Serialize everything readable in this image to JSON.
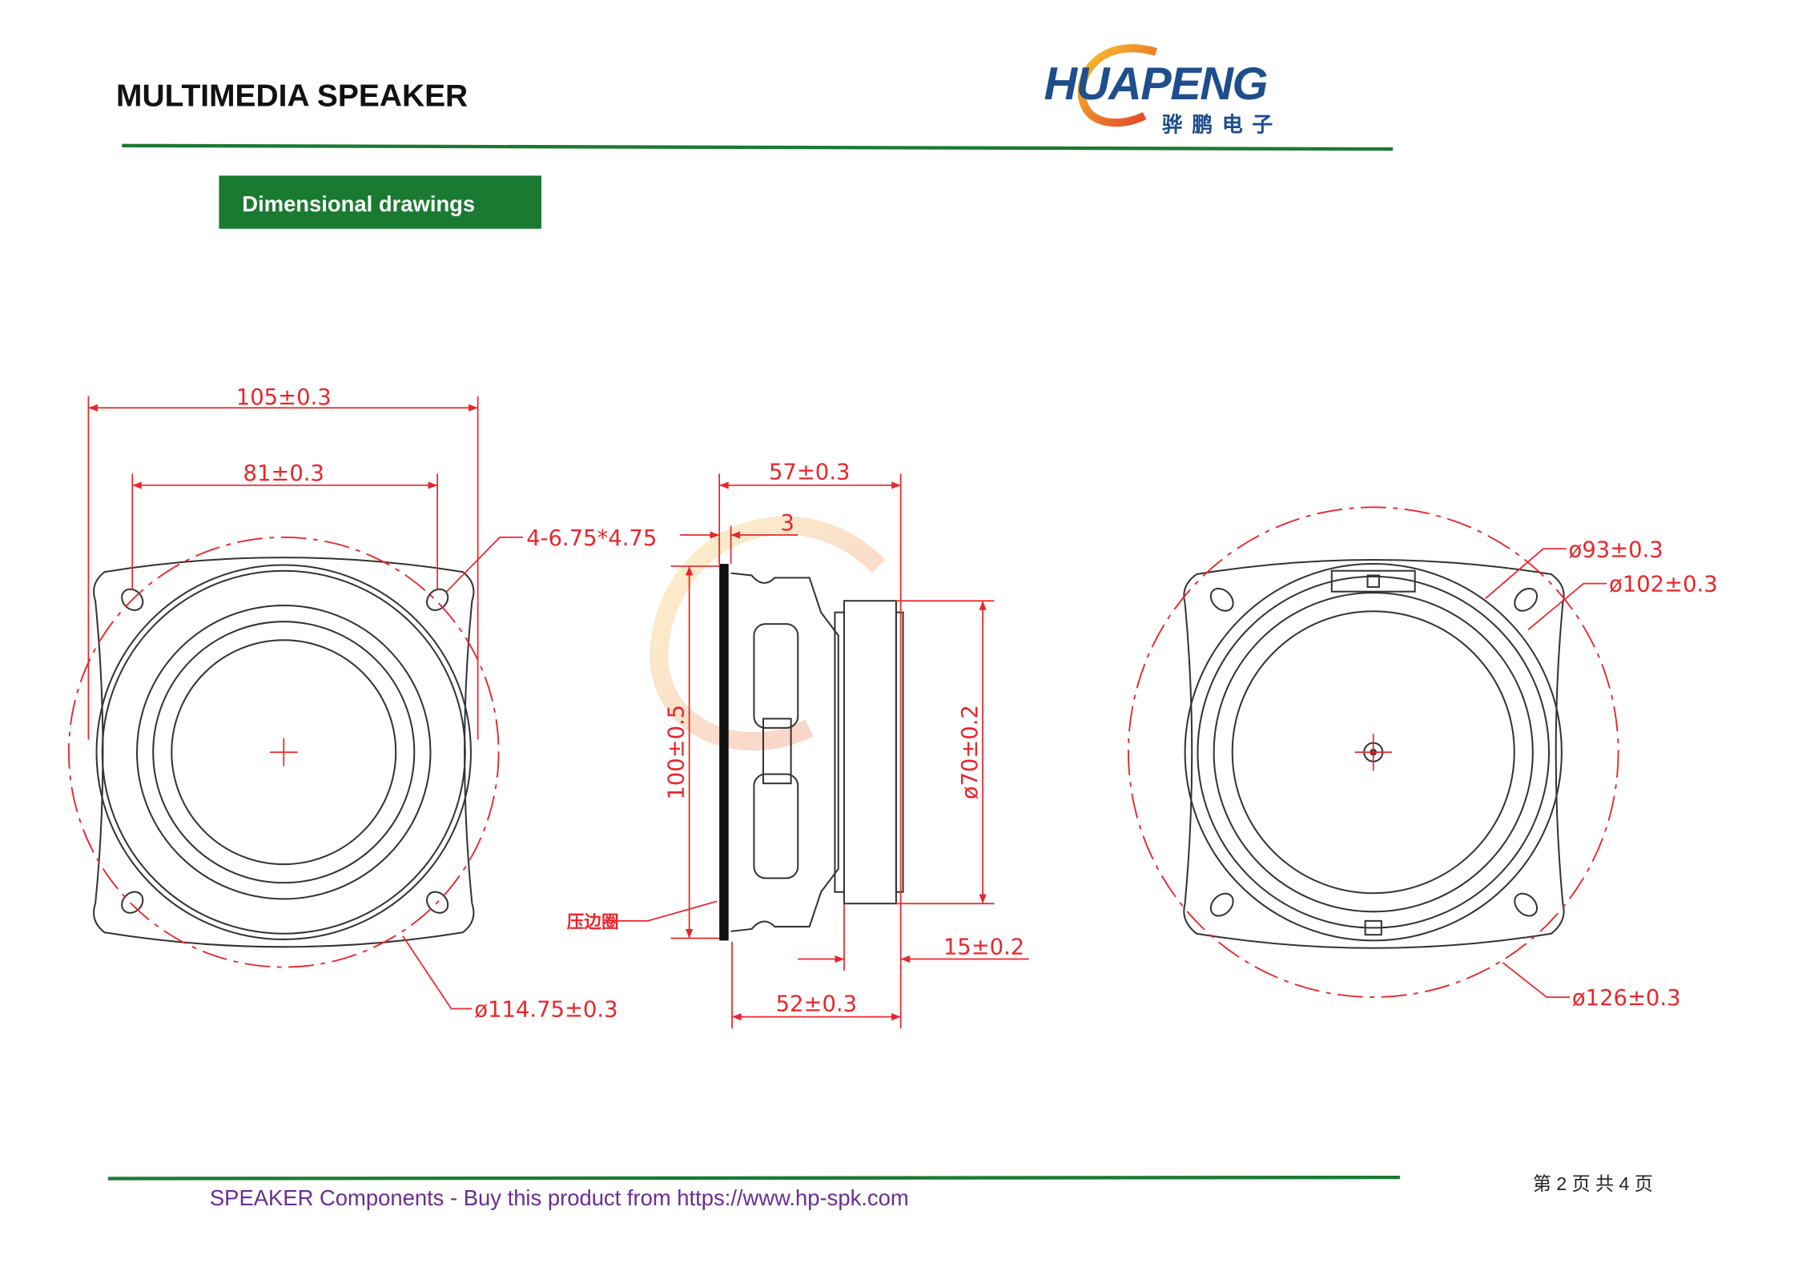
{
  "header": {
    "title": "MULTIMEDIA SPEAKER",
    "logo_text": "HUAPENG",
    "logo_cn": "骅鹏电子"
  },
  "section": {
    "label": "Dimensional drawings"
  },
  "colors": {
    "green": "#1a7a32",
    "dimension_red": "#e8262b",
    "logo_blue": "#1f4e8c",
    "footer_purple": "#6b2c91"
  },
  "drawing": {
    "front": {
      "width": "105±0.3",
      "hole_spacing": "81±0.3",
      "holes": "4-6.75*4.75",
      "diameter": "ø114.75±0.3"
    },
    "side": {
      "depth": "57±0.3",
      "flange": "3",
      "height": "100±0.5",
      "magnet_dia": "ø70±0.2",
      "magnet_h": "15±0.2",
      "body_depth": "52±0.3",
      "gasket_label": "压边圈"
    },
    "back": {
      "d1": "ø93±0.3",
      "d2": "ø102±0.3",
      "d3": "ø126±0.3"
    }
  },
  "footer": {
    "text": "SPEAKER Components - Buy this product from https://www.hp-spk.com",
    "page": "第 2 页 共 4 页"
  }
}
